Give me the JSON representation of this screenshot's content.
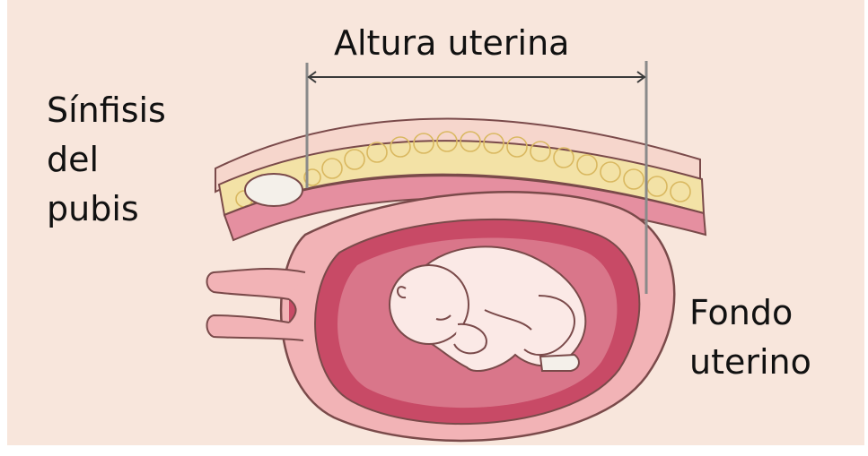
{
  "labels": {
    "top_measure": "Altura uterina",
    "left_line1": "Sínfisis",
    "left_line2": "del",
    "left_line3": "pubis",
    "right_line1": "Fondo",
    "right_line2": "uterino"
  },
  "colors": {
    "background": "#f8e6dc",
    "uterus_wall": "#f2b3b6",
    "amniotic_cavity": "#c84a66",
    "fetus": "#fbe9e6",
    "fat_layer": "#f3e2a6",
    "muscle_layer": "#e58fa0",
    "outline": "#7a4a4a",
    "measure_line": "#8a8a8a"
  }
}
